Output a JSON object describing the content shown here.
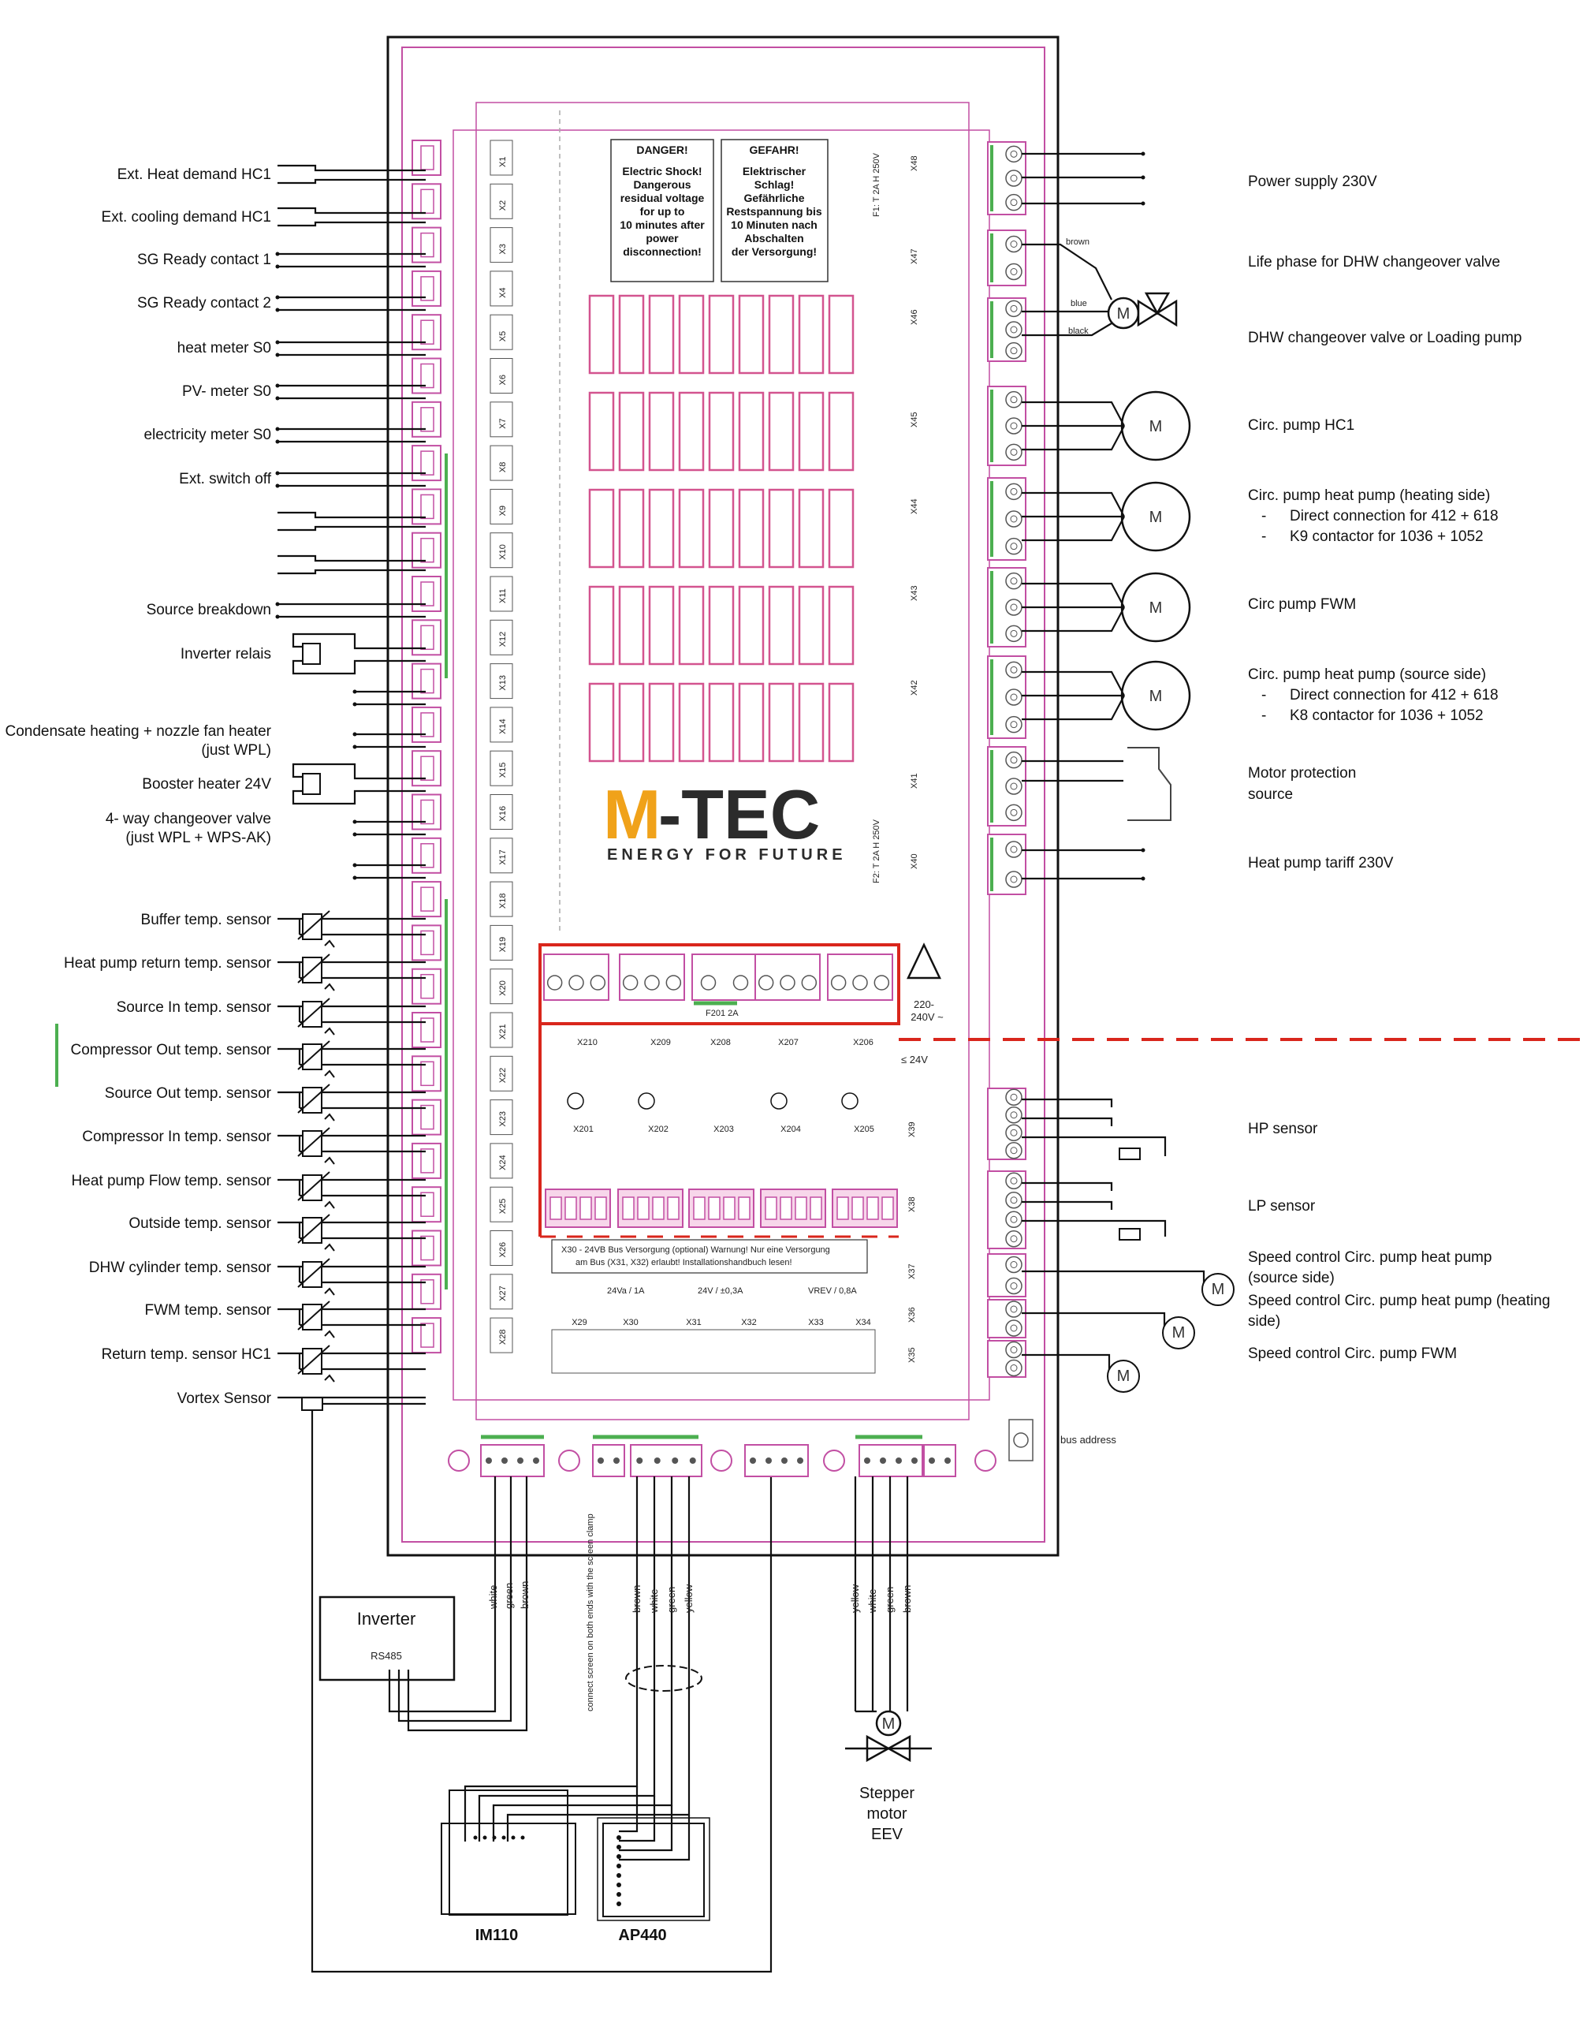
{
  "left_labels": [
    {
      "id": "ext-heat-demand-hc1",
      "text": "Ext. Heat demand HC1"
    },
    {
      "id": "ext-cooling-demand-hc1",
      "text": "Ext. cooling demand HC1"
    },
    {
      "id": "sg-ready-contact-1",
      "text": "SG Ready contact 1"
    },
    {
      "id": "sg-ready-contact-2",
      "text": "SG Ready contact 2"
    },
    {
      "id": "heat-meter-s0",
      "text": "heat meter S0"
    },
    {
      "id": "pv-meter-s0",
      "text": "PV- meter S0"
    },
    {
      "id": "electricity-meter-s0",
      "text": "electricity meter S0"
    },
    {
      "id": "ext-switch-off",
      "text": "Ext. switch off"
    },
    {
      "id": "source-breakdown",
      "text": "Source breakdown"
    },
    {
      "id": "inverter-relais",
      "text": "Inverter relais"
    },
    {
      "id": "condensate-heating",
      "line1": "Condensate heating + nozzle fan heater",
      "line2": "(just WPL)"
    },
    {
      "id": "booster-heater",
      "text": "Booster heater 24V"
    },
    {
      "id": "four-way-valve",
      "line1": "4- way changeover valve",
      "line2": "(just WPL + WPS-AK)"
    },
    {
      "id": "buffer-temp-sensor",
      "text": "Buffer temp. sensor"
    },
    {
      "id": "hp-return-temp-sensor",
      "text": "Heat pump return temp. sensor"
    },
    {
      "id": "source-in-temp-sensor",
      "text": "Source In temp. sensor"
    },
    {
      "id": "compressor-out-temp-sensor",
      "text": "Compressor Out temp. sensor"
    },
    {
      "id": "source-out-temp-sensor",
      "text": "Source Out temp. sensor"
    },
    {
      "id": "compressor-in-temp-sensor",
      "text": "Compressor In temp. sensor"
    },
    {
      "id": "hp-flow-temp-sensor",
      "text": "Heat pump Flow temp. sensor"
    },
    {
      "id": "outside-temp-sensor",
      "text": "Outside temp. sensor"
    },
    {
      "id": "dhw-cylinder-temp-sensor",
      "text": "DHW cylinder temp. sensor"
    },
    {
      "id": "fwm-temp-sensor",
      "text": "FWM temp. sensor"
    },
    {
      "id": "return-temp-sensor-hc1",
      "text": "Return temp. sensor HC1"
    },
    {
      "id": "vortex-sensor",
      "text": "Vortex Sensor"
    }
  ],
  "right_labels": {
    "power_supply": "Power supply 230V",
    "life_phase": "Life phase for DHW changeover valve",
    "dhw_valve": "DHW changeover valve or Loading pump",
    "circ_pump_hc1": "Circ. pump HC1",
    "circ_pump_hp_heating": "Circ. pump heat pump (heating side)",
    "direct_412_618_a": "Direct connection for 412 + 618",
    "k9_contactor": "K9 contactor for 1036 + 1052",
    "circ_pump_fwm": "Circ pump FWM",
    "circ_pump_hp_source": "Circ. pump heat pump (source side)",
    "direct_412_618_b": "Direct connection for 412 + 618",
    "k8_contactor": "K8 contactor for 1036 + 1052",
    "motor_protection_1": "Motor protection",
    "motor_protection_2": "source",
    "hp_tariff": "Heat pump tariff 230V",
    "hp_sensor": "HP sensor",
    "lp_sensor": "LP sensor",
    "speed_source_1": "Speed control Circ. pump heat pump",
    "speed_source_2": "(source side)",
    "speed_heating_1": "Speed control Circ. pump heat pump (heating",
    "speed_heating_2": "side)",
    "speed_fwm": "Speed control Circ. pump FWM",
    "bus_address": "bus address"
  },
  "wire_colors": {
    "brown": "brown",
    "blue": "blue",
    "black": "black",
    "white": "white",
    "green": "green",
    "yellow": "yellow"
  },
  "warning": {
    "en_title": "DANGER!",
    "en_lines": [
      "Electric Shock!",
      "Dangerous",
      "residual voltage",
      "for up to",
      "10 minutes after",
      "power",
      "disconnection!"
    ],
    "de_title": "GEFAHR!",
    "de_lines": [
      "Elektrischer",
      "Schlag!",
      "Gefährliche",
      "Restspannung bis",
      "10 Minuten nach",
      "Abschalten",
      "der Versorgung!"
    ]
  },
  "brand": {
    "m": "M",
    "rest": "-TEC",
    "tagline": "ENERGY FOR FUTURE"
  },
  "board": {
    "fuse_f1": "F1: T 2A H 250V",
    "fuse_f2": "F2: T 2A H 250V",
    "hv_label_1": "220-",
    "hv_label_2": "240V ~",
    "lv_label": "≤ 24V",
    "f201": "F201 2A",
    "x30_note_1": "X30  -  24VB  Bus Versorgung (optional) Warnung! Nur eine Versorgung",
    "x30_note_2": "am Bus (X31, X32) erlaubt! Installationshandbuch lesen!",
    "bus_24v": "24Va / 1A",
    "bus_24v_2": "24V / ±0,3A",
    "vrev": "VREV / 0,8A",
    "x_terms": [
      "X1",
      "X2",
      "X3",
      "X4",
      "X5",
      "X6",
      "X7",
      "X8",
      "X9",
      "X10",
      "X11",
      "X12",
      "X13",
      "X14",
      "X15",
      "X16",
      "X17",
      "X18",
      "X19",
      "X20",
      "X21",
      "X22",
      "X23",
      "X24",
      "X25",
      "X26",
      "X27",
      "X28"
    ],
    "x_right": [
      "X48",
      "X47",
      "X46",
      "X45",
      "X44",
      "X43",
      "X42",
      "X41",
      "X40"
    ],
    "x_right_low": [
      "X39",
      "X38",
      "X37",
      "X36",
      "X35"
    ],
    "x_mid": [
      "X210",
      "X209",
      "X208",
      "X207",
      "X206"
    ],
    "x_low": [
      "X201",
      "X202",
      "X203",
      "X204",
      "X205"
    ],
    "x_bus": [
      "X29",
      "X30",
      "X31",
      "X32",
      "X33",
      "X34"
    ]
  },
  "bottom": {
    "inverter": "Inverter",
    "rs485": "RS485",
    "im110": "IM110",
    "ap440": "AP440",
    "stepper_1": "Stepper",
    "stepper_2": "motor",
    "stepper_3": "EEV",
    "screen_note": "connect screen on both ends with the screen clamp"
  },
  "motor_letter": "M"
}
